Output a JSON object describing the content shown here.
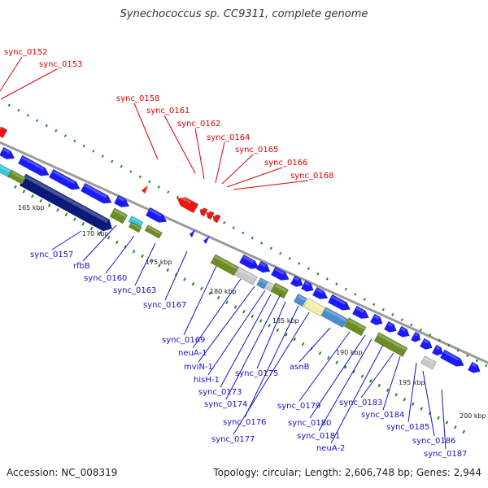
{
  "title": "Synechococcus sp. CC9311, complete genome",
  "footer": {
    "accession": "Accession: NC_008319",
    "topology": "Topology: circular; Length: 2,606,748 bp; Genes: 2,944"
  },
  "colors": {
    "backbone": "#8c8c8c",
    "tick": "#1f8a1f",
    "forward_cds": "#1a1aff",
    "reverse_cds": "#ff1010",
    "dark_navy": "#0a1a7a",
    "olive": "#6b8e23",
    "cyan": "#30c8d8",
    "steel_blue": "#4a8ed0",
    "light_gray": "#c8c8c8",
    "pale_yellow": "#f0f0a8",
    "label_top": "#e00000",
    "label_bottom": "#1414c8"
  },
  "scale_labels": [
    "165 kbp",
    "170 kbp",
    "175 kbp",
    "180 kbp",
    "185 kbp",
    "190 kbp",
    "195 kbp",
    "200 kbp"
  ],
  "top_labels": [
    "sync_0152",
    "sync_0153",
    "sync_0158",
    "sync_0161",
    "sync_0162",
    "sync_0164",
    "sync_0165",
    "sync_0166",
    "sync_0168"
  ],
  "bottom_labels": [
    "sync_0157",
    "rfbB",
    "sync_0160",
    "sync_0163",
    "sync_0167",
    "sync_0169",
    "neuA-1",
    "mviN-1",
    "hisH-1",
    "sync_0173",
    "sync_0174",
    "sync_0175",
    "sync_0176",
    "sync_0177",
    "asnB",
    "sync_0179",
    "sync_0180",
    "sync_0181",
    "neuA-2",
    "sync_0183",
    "sync_0184",
    "sync_0185",
    "sync_0186",
    "sync_0187"
  ]
}
